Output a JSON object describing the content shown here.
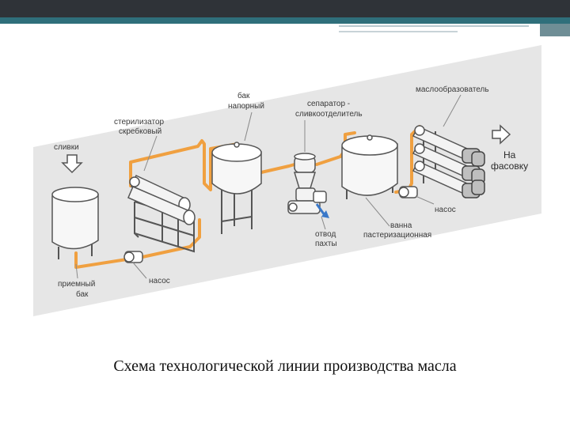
{
  "labels": {
    "slivki": "сливки",
    "sterilizator_1": "стерилизатор",
    "sterilizator_2": "скребковый",
    "bak_1": "бак",
    "bak_2": "напорный",
    "separator_1": "сепаратор -",
    "separator_2": "сливкоотделитель",
    "masloobrazovatel": "маслообразователь",
    "na_1": "На",
    "na_2": "фасовку",
    "nasos_right": "насос",
    "vanna_1": "ванна",
    "vanna_2": "пастеризационная",
    "otvod_1": "отвод",
    "otvod_2": "пахты",
    "priemny_1": "приемный",
    "priemny_2": "бак",
    "nasos_left": "насос"
  },
  "caption": "Схема технологической линии производства масла",
  "colors": {
    "pipe": "#f0a040",
    "panel": "#e6e6e6",
    "equipment": "#555555",
    "drain": "#3a78c9"
  }
}
